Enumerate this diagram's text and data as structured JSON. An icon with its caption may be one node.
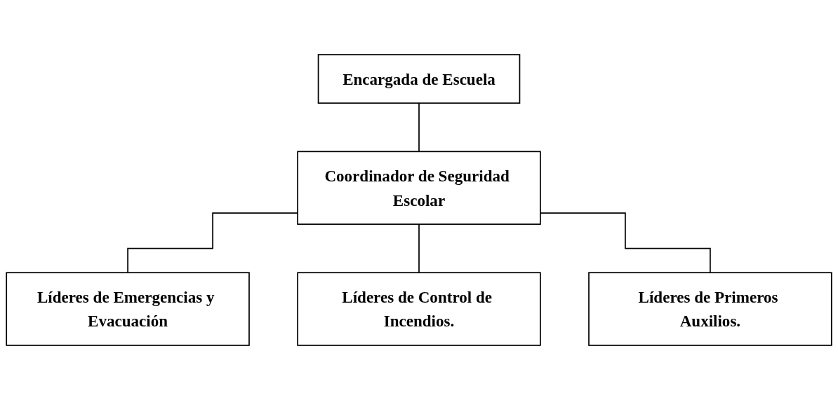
{
  "diagram": {
    "nodes": [
      {
        "text": [
          "Encargada de Escuela"
        ]
      },
      {
        "text": [
          "Coordinador de Seguridad Escolar"
        ]
      },
      {
        "text": [
          "Líderes de Emergencias y Evacuación"
        ]
      },
      {
        "text": [
          "Líderes de Control de Incendios."
        ]
      },
      {
        "text": [
          "Líderes de Primeros Auxilios."
        ]
      }
    ],
    "edges": [
      {
        "from": 0,
        "to": 1,
        "arrow": "none"
      },
      {
        "from": 1,
        "to": 2,
        "arrow": "none"
      },
      {
        "from": 1,
        "to": 3,
        "arrow": "none"
      },
      {
        "from": 1,
        "to": 4,
        "arrow": "none"
      }
    ]
  }
}
